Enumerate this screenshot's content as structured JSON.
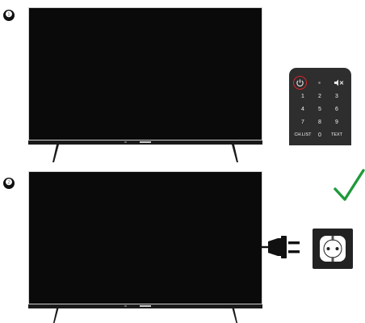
{
  "steps": [
    {
      "number": "❶"
    },
    {
      "number": "❷"
    }
  ],
  "remote": {
    "keys": [
      "1",
      "2",
      "3",
      "4",
      "5",
      "6",
      "7",
      "8",
      "9",
      "CH.LIST",
      "0",
      "TEXT"
    ],
    "icons": [
      "power-icon",
      "mute-icon"
    ],
    "highlight_color": "#d8242b"
  },
  "check": {
    "icon": "checkmark-icon",
    "color": "#1e9a3c"
  },
  "plug": {
    "icon": "power-plug-icon"
  },
  "socket": {
    "icon": "wall-socket-icon"
  }
}
